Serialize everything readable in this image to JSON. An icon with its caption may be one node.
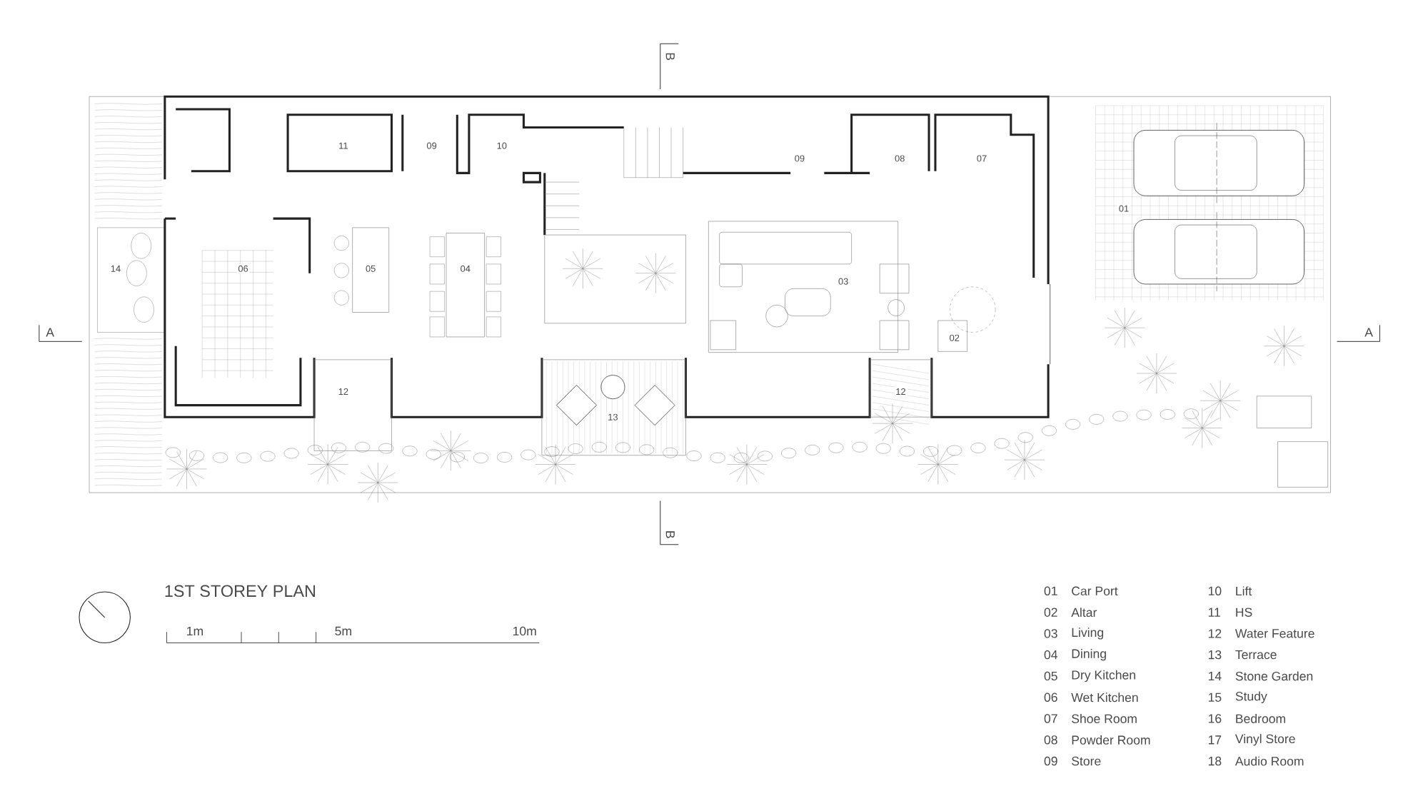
{
  "diagram": {
    "title": "1ST STOREY PLAN",
    "labels": [
      "B",
      "11",
      "09",
      "10",
      "09",
      "08",
      "07",
      "01",
      "14",
      "06",
      "05",
      "04",
      "03",
      "02",
      "12",
      "12",
      "13",
      "A",
      "A",
      "B",
      "1m",
      "5m",
      "10m",
      "01",
      "Car Port",
      "10",
      "Lift",
      "02",
      "Altar",
      "11",
      "HS",
      "03",
      "Living",
      "12",
      "Water Feature",
      "04",
      "Dining",
      "13",
      "Terrace",
      "05",
      "Dry Kitchen",
      "14",
      "Stone Garden",
      "06",
      "Wet Kitchen",
      "15",
      "Study",
      "07",
      "Shoe Room",
      "16",
      "Bedroom",
      "08",
      "Powder Room",
      "17",
      "Vinyl Store",
      "09",
      "Store",
      "18",
      "Audio Room"
    ]
  }
}
